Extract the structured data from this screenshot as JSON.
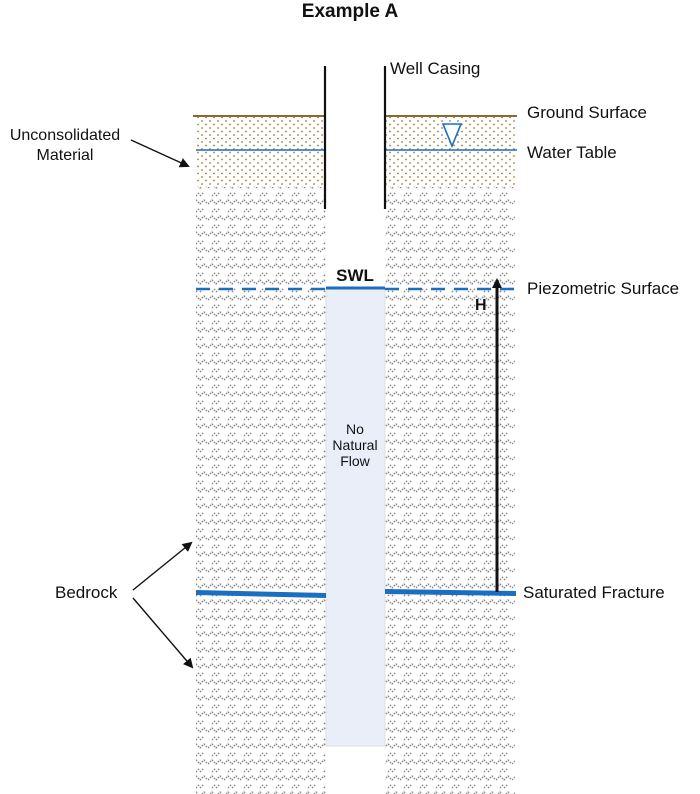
{
  "title": "Example A",
  "labels": {
    "well_casing": "Well Casing",
    "ground_surface": "Ground Surface",
    "water_table": "Water Table",
    "unconsolidated_line1": "Unconsolidated",
    "unconsolidated_line2": "Material",
    "swl": "SWL",
    "piezometric_surface": "Piezometric Surface",
    "head": "H",
    "no_flow_line1": "No",
    "no_flow_line2": "Natural",
    "no_flow_line3": "Flow",
    "bedrock": "Bedrock",
    "saturated_fracture": "Saturated Fracture"
  },
  "colors": {
    "water_line": "#1b6fc0",
    "ground_line": "#8a6a2e",
    "sand_dots": "#a47a38",
    "bedrock_hatch": "#8a8a8a",
    "well_water": "#e9eef8",
    "casing": "#111111"
  }
}
